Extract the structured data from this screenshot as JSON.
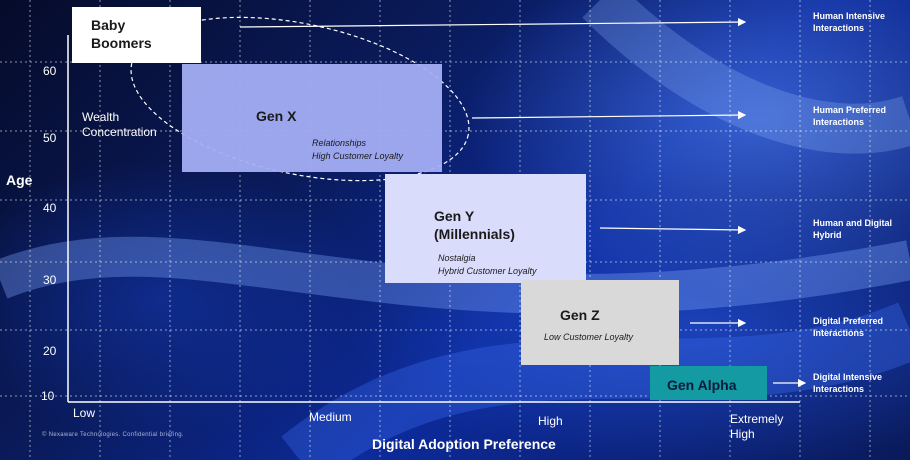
{
  "axes": {
    "y_title": "Age",
    "x_title": "Digital Adoption Preference",
    "y_ticks": [
      "60",
      "50",
      "40",
      "30",
      "20",
      "10"
    ],
    "x_ticks": {
      "low": "Low",
      "medium": "Medium",
      "high": "High",
      "extremely_high": "Extremely High"
    }
  },
  "wealth_label": "Wealth Concentration",
  "generations": {
    "boomers": {
      "title": "Baby Boomers",
      "color": "#ffffff"
    },
    "genx": {
      "title": "Gen X",
      "note1": "Relationships",
      "note2": "High Customer Loyalty",
      "color": "#a3aef4"
    },
    "geny": {
      "title": "Gen Y (Millennials)",
      "note1": "Nostalgia",
      "note2": "Hybrid Customer Loyalty",
      "color": "#d9dcfb"
    },
    "genz": {
      "title": "Gen Z",
      "note1": "Low Customer Loyalty",
      "color": "#d9d9d9"
    },
    "alpha": {
      "title": "Gen Alpha",
      "color": "#149aa3"
    }
  },
  "interaction_labels": [
    "Human Intensive Interactions",
    "Human Preferred Interactions",
    "Human and Digital Hybrid",
    "Digital Preferred Interactions",
    "Digital Intensive Interactions"
  ],
  "footer": "© Nexaware Technologies. Confidential briefing."
}
